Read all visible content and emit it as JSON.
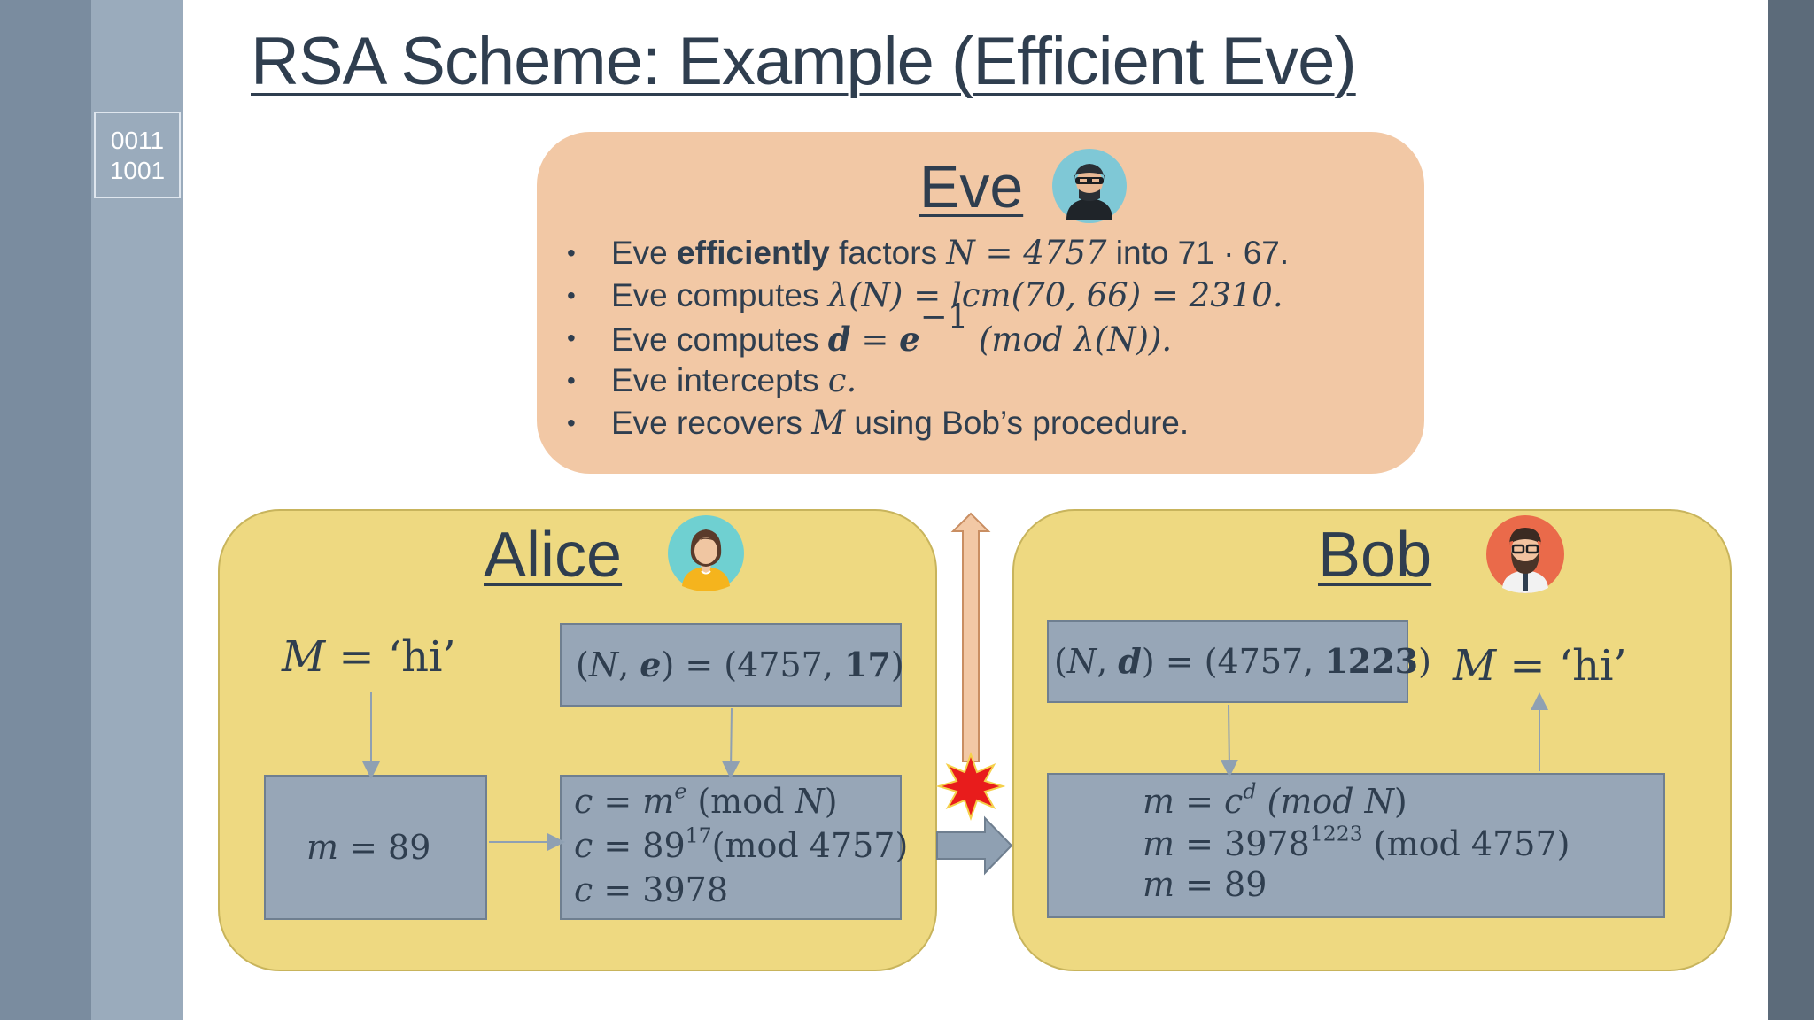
{
  "slide": {
    "title": "RSA Scheme: Example (Efficient Eve)",
    "badge_line1": "0011",
    "badge_line2": "1001"
  },
  "eve": {
    "name": "Eve",
    "bullets": [
      {
        "pre": "Eve ",
        "bold": "efficiently",
        "post": " factors ",
        "math": "N  =  4757",
        "tail": " into 71 · 67."
      },
      {
        "pre": "Eve computes ",
        "math": "λ(N) =  lcm(70, 66) =  2310."
      },
      {
        "pre": "Eve computes ",
        "math_b1": "d",
        "math_mid": "  =  ",
        "math_b2": "e",
        "sup": "−1",
        "math": " (mod λ(N))."
      },
      {
        "pre": "Eve intercepts ",
        "math": "c."
      },
      {
        "pre": "Eve recovers ",
        "math": "M",
        "tail": "   using Bob’s procedure."
      }
    ]
  },
  "alice": {
    "name": "Alice",
    "message": {
      "var": "M",
      "eq": "  =  ",
      "value": "‘hi’"
    },
    "public_key": {
      "open": "(",
      "n": "N",
      "comma": ", ",
      "e": "e",
      "close": ")",
      "eq": "  =  (4757, ",
      "e_val": "17",
      "end": ")"
    },
    "encode": {
      "var": "m",
      "eq": "  =  89"
    },
    "cipher": [
      {
        "lhs": "c",
        "eq": " =  ",
        "base": "m",
        "sup": "e",
        "rest": " (mod ",
        "n": "N",
        "end": ")"
      },
      {
        "lhs": "c",
        "eq": "  =  ",
        "base": "89",
        "sup": "17",
        "rest": "(mod 4757)"
      },
      {
        "lhs": "c",
        "eq": "  =  ",
        "base": "3978",
        "sup": "",
        "rest": ""
      }
    ]
  },
  "bob": {
    "name": "Bob",
    "message": {
      "var": "M",
      "eq": "  =  ",
      "value": "‘hi’"
    },
    "private_key": {
      "open": "(",
      "n": "N",
      "comma": ", ",
      "d": "d",
      "close": ")",
      "eq": "  =  (4757, ",
      "d_val": "1223",
      "end": ")"
    },
    "decrypt": [
      {
        "lhs": "m",
        "eq": "  =  ",
        "base": "c",
        "sup": "d",
        "rest": " (mod ",
        "n": "N",
        "end": ")"
      },
      {
        "lhs": "m",
        "eq": " =   ",
        "base": "3978",
        "sup": "1223",
        "rest": " (mod 4757)"
      },
      {
        "lhs": "m",
        "eq": "  =  ",
        "base": "89",
        "sup": "",
        "rest": ""
      }
    ]
  },
  "icons": [
    "eve-avatar-icon",
    "alice-avatar-icon",
    "bob-avatar-icon",
    "explosion-icon"
  ],
  "colors": {
    "eve_panel": "#f2c8a5",
    "party_panel": "#eed981",
    "value_box": "#97a6b7",
    "title_text": "#2f3e4f",
    "explosion": "#e81c1c"
  }
}
